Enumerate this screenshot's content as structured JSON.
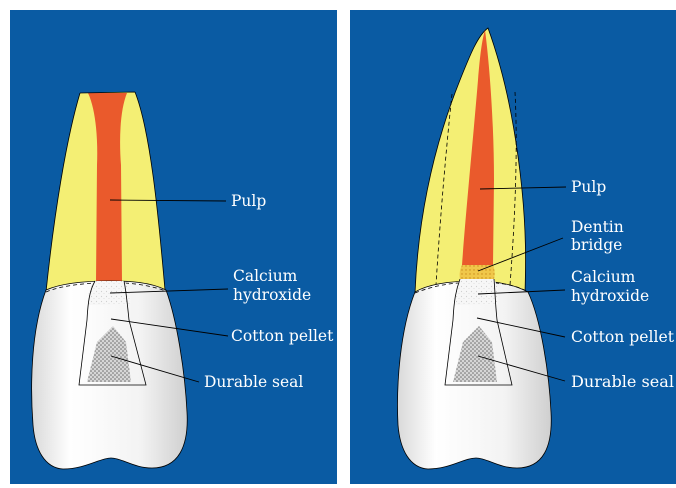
{
  "colors": {
    "background": "#0a5ba3",
    "panel_gap": "#ffffff",
    "dentin": "#f4ef74",
    "pulp": "#ea5a2c",
    "enamel": "#f2f2f2",
    "calcium_hydroxide": "#f6f6f6",
    "dentin_bridge": "#e8b43a",
    "seal": "#bcbcbc",
    "leader_line": "#000000",
    "text": "#ffffff"
  },
  "left_panel": {
    "labels": {
      "pulp": "Pulp",
      "calcium_hydroxide_1": "Calcium",
      "calcium_hydroxide_2": "hydroxide",
      "cotton_pellet": "Cotton pellet",
      "durable_seal": "Durable seal"
    }
  },
  "right_panel": {
    "labels": {
      "pulp": "Pulp",
      "dentin_bridge_1": "Dentin",
      "dentin_bridge_2": "bridge",
      "calcium_hydroxide_1": "Calcium",
      "calcium_hydroxide_2": "hydroxide",
      "cotton_pellet": "Cotton pellet",
      "durable_seal": "Durable seal"
    }
  }
}
